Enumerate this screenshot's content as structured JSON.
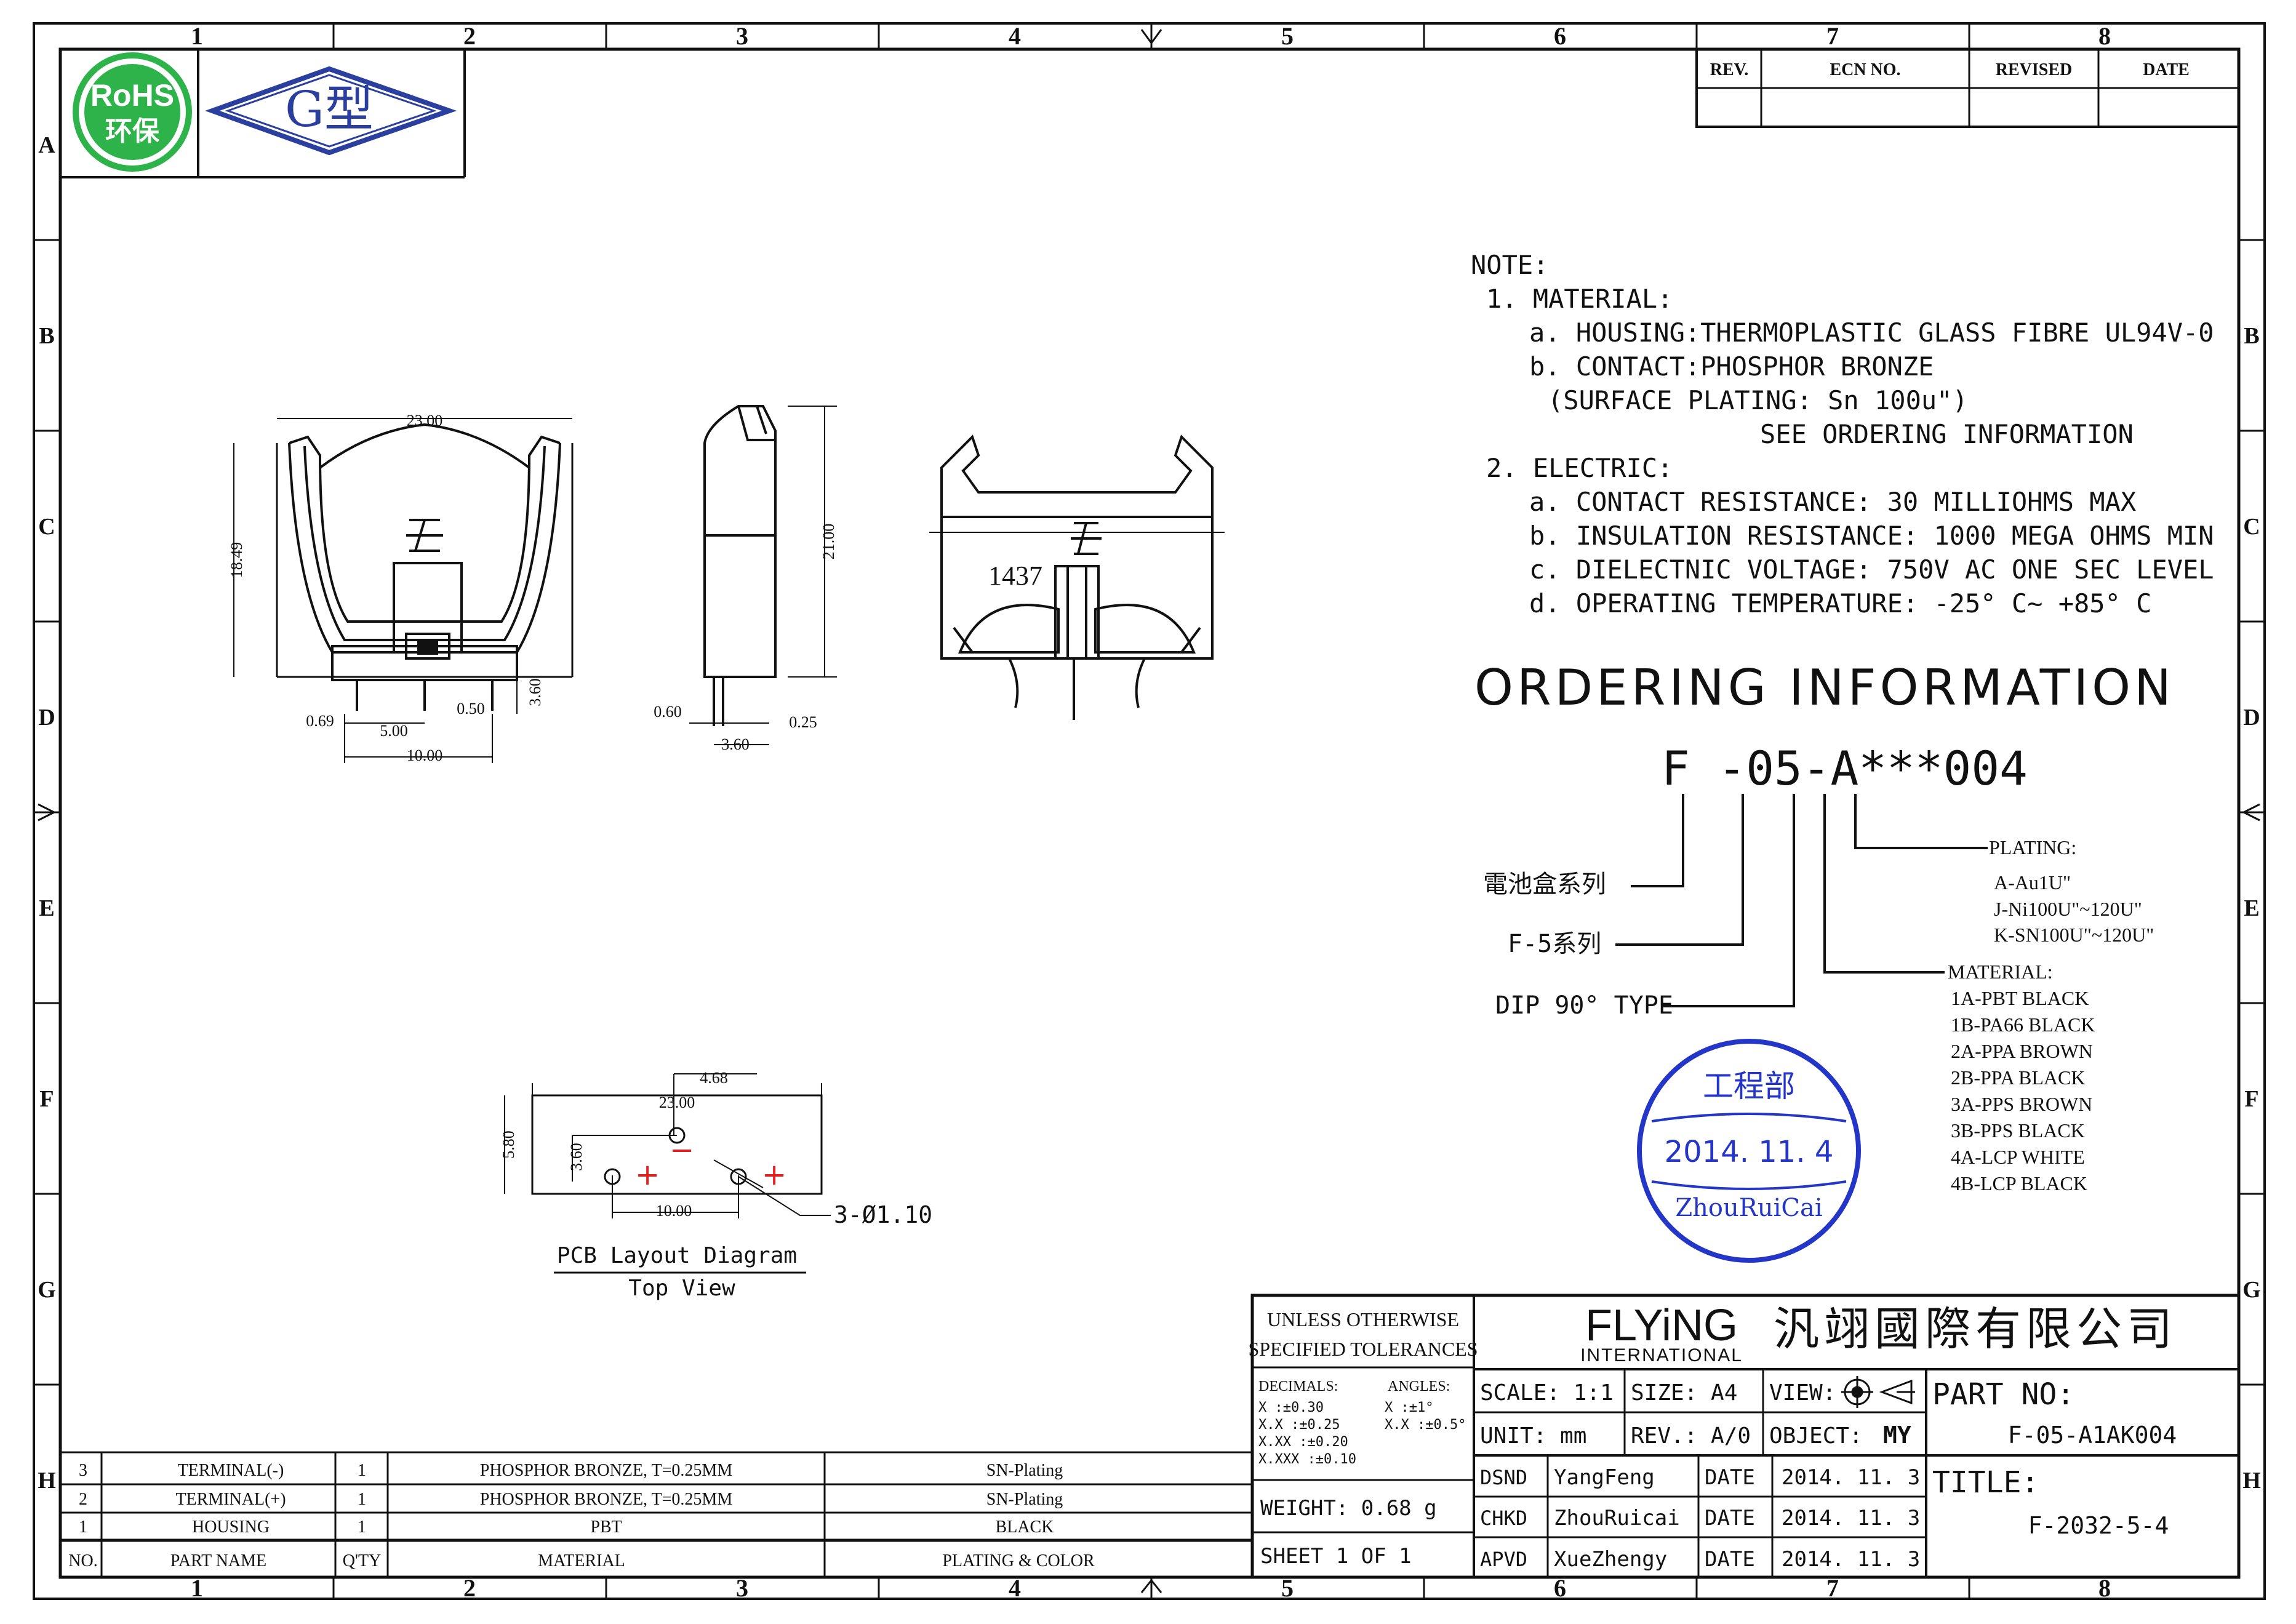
{
  "grid": {
    "columns": [
      "1",
      "2",
      "3",
      "4",
      "5",
      "6",
      "7",
      "8"
    ],
    "rows": [
      "A",
      "B",
      "C",
      "D",
      "E",
      "F",
      "G",
      "H"
    ]
  },
  "logos": {
    "rohs_top": "RoHS",
    "rohs_bottom": "环保",
    "g_type": "G型"
  },
  "revision_table": {
    "headers": [
      "REV.",
      "ECN NO.",
      "REVISED",
      "DATE"
    ]
  },
  "notes": {
    "title": "NOTE:",
    "lines": [
      "1. MATERIAL:",
      "a. HOUSING:THERMOPLASTIC GLASS FIBRE UL94V-0",
      "b. CONTACT:PHOSPHOR BRONZE",
      "(SURFACE PLATING: Sn 100u\")",
      "SEE ORDERING INFORMATION",
      "2. ELECTRIC:",
      "a. CONTACT RESISTANCE: 30 MILLIOHMS MAX",
      "b. INSULATION RESISTANCE: 1000 MEGA OHMS MIN",
      "c. DIELECTNIC VOLTAGE: 750V AC ONE SEC LEVEL",
      "d. OPERATING TEMPERATURE: -25° C~ +85° C"
    ]
  },
  "ordering": {
    "title": "ORDERING  INFORMATION",
    "part_code": "F -05-A***004",
    "series_cn": "電池盒系列",
    "f5_series": "F-5系列",
    "dip_type": "DIP 90° TYPE",
    "plating_title": "PLATING:",
    "plating_options": [
      "A-Au1U\"",
      "J-Ni100U\"~120U\"",
      "K-SN100U\"~120U\""
    ],
    "material_title": "MATERIAL:",
    "material_options": [
      "1A-PBT BLACK",
      "1B-PA66 BLACK",
      "2A-PPA BROWN",
      "2B-PPA BLACK",
      "3A-PPS BROWN",
      "3B-PPS BLACK",
      "4A-LCP WHITE",
      "4B-LCP BLACK"
    ]
  },
  "stamp": {
    "dept": "工程部",
    "date": "2014. 11. 4",
    "name": "ZhouRuiCai"
  },
  "dimensions": {
    "front": {
      "width": "23.00",
      "height": "18.49",
      "pin_left": "0.69",
      "pin_pitch_half": "5.00",
      "pin_width": "0.50",
      "pin_len": "3.60",
      "pin_span": "10.00"
    },
    "side": {
      "height": "21.00",
      "pin_thk": "0.60",
      "tail": "0.25",
      "pin_depth": "3.60"
    },
    "top_marking": "1437",
    "pcb": {
      "offset": "4.68",
      "width": "23.00",
      "height": "5.80",
      "row_offset": "3.60",
      "pitch": "10.00",
      "hole": "3-Ø1.10",
      "title": "PCB Layout Diagram",
      "subtitle": "Top View"
    }
  },
  "bom": {
    "headers": [
      "NO.",
      "PART NAME",
      "Q'TY",
      "MATERIAL",
      "PLATING & COLOR"
    ],
    "rows": [
      [
        "3",
        "TERMINAL(-)",
        "1",
        "PHOSPHOR BRONZE, T=0.25MM",
        "SN-Plating"
      ],
      [
        "2",
        "TERMINAL(+)",
        "1",
        "PHOSPHOR BRONZE, T=0.25MM",
        "SN-Plating"
      ],
      [
        "1",
        "HOUSING",
        "1",
        "PBT",
        "BLACK"
      ]
    ]
  },
  "title_block": {
    "tol_header_1": "UNLESS OTHERWISE",
    "tol_header_2": "SPECIFIED TOLERANCES",
    "decimals_label": "DECIMALS:",
    "angles_label": "ANGLES:",
    "tol_x": "X    :±0.30",
    "tol_xx": "X.X  :±0.25",
    "tol_xxx": "X.XX :±0.20",
    "tol_xxxx": "X.XXX :±0.10",
    "ang_x": "X  :±1°",
    "ang_xx": "X.X :±0.5°",
    "weight": "WEIGHT:  0.68 g",
    "sheet": "SHEET 1 OF 1",
    "company_en": "FLYiNG",
    "company_sub": "INTERNATIONAL",
    "company_cn": "汎翊國際有限公司",
    "scale": "SCALE: 1:1",
    "size": "SIZE: A4",
    "view": "VIEW:",
    "unit": "UNIT: mm",
    "rev": "REV.: A/0",
    "object": "OBJECT:",
    "object_val": "MY",
    "part_no_label": "PART NO:",
    "part_no": "F-05-A1AK004",
    "title_label": "TITLE:",
    "title": "F-2032-5-4",
    "sign": [
      {
        "role": "DSND",
        "name": "YangFeng",
        "date_label": "DATE",
        "date": "2014. 11. 3"
      },
      {
        "role": "CHKD",
        "name": "ZhouRuicai",
        "date_label": "DATE",
        "date": "2014. 11. 3"
      },
      {
        "role": "APVD",
        "name": "XueZhengy",
        "date_label": "DATE",
        "date": "2014. 11. 3"
      }
    ]
  },
  "colors": {
    "rohs_green": "#2db34a",
    "g_blue": "#2a3f9e",
    "stamp_blue": "#2436c8",
    "red": "#e02020"
  }
}
